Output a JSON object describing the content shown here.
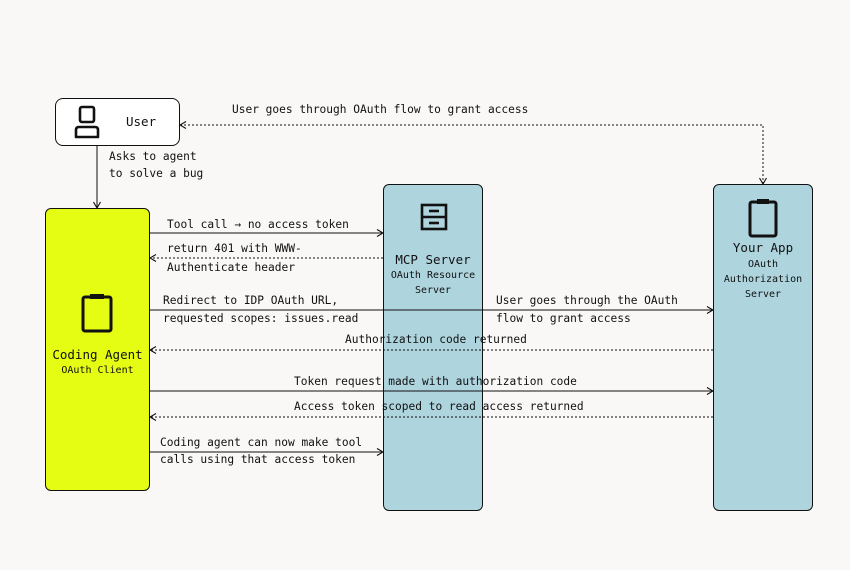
{
  "user": {
    "label": "User",
    "icon": "user-icon"
  },
  "agent": {
    "title": "Coding Agent",
    "subtitle": "OAuth Client",
    "color": "#e5fc13",
    "icon": "clipboard-icon"
  },
  "mcp": {
    "title": "MCP Server",
    "subtitle_1": "OAuth Resource",
    "subtitle_2": "Server",
    "color": "#aed4de",
    "icon": "server-icon"
  },
  "app": {
    "title": "Your App",
    "subtitle_1": "OAuth",
    "subtitle_2": "Authorization",
    "subtitle_3": "Server",
    "color": "#aed4de",
    "icon": "phone-icon"
  },
  "messages": {
    "top_flow": "User goes through OAuth flow to grant access",
    "ask_1": "Asks to agent",
    "ask_2": "to solve a bug",
    "tool_call": "Tool call → no access token",
    "return401_1": "return 401 with WWW-",
    "return401_2": "Authenticate header",
    "redirect_1": "Redirect to IDP OAuth URL,",
    "redirect_2": "requested scopes: issues.read",
    "grant_1": "User goes through the OAuth",
    "grant_2": "flow to grant access",
    "auth_code": "Authorization code returned",
    "token_req": "Token request made with authorization code",
    "access_token": "Access token scoped to read access returned",
    "can_call_1": "Coding agent can now make tool",
    "can_call_2": "calls using that access token"
  }
}
